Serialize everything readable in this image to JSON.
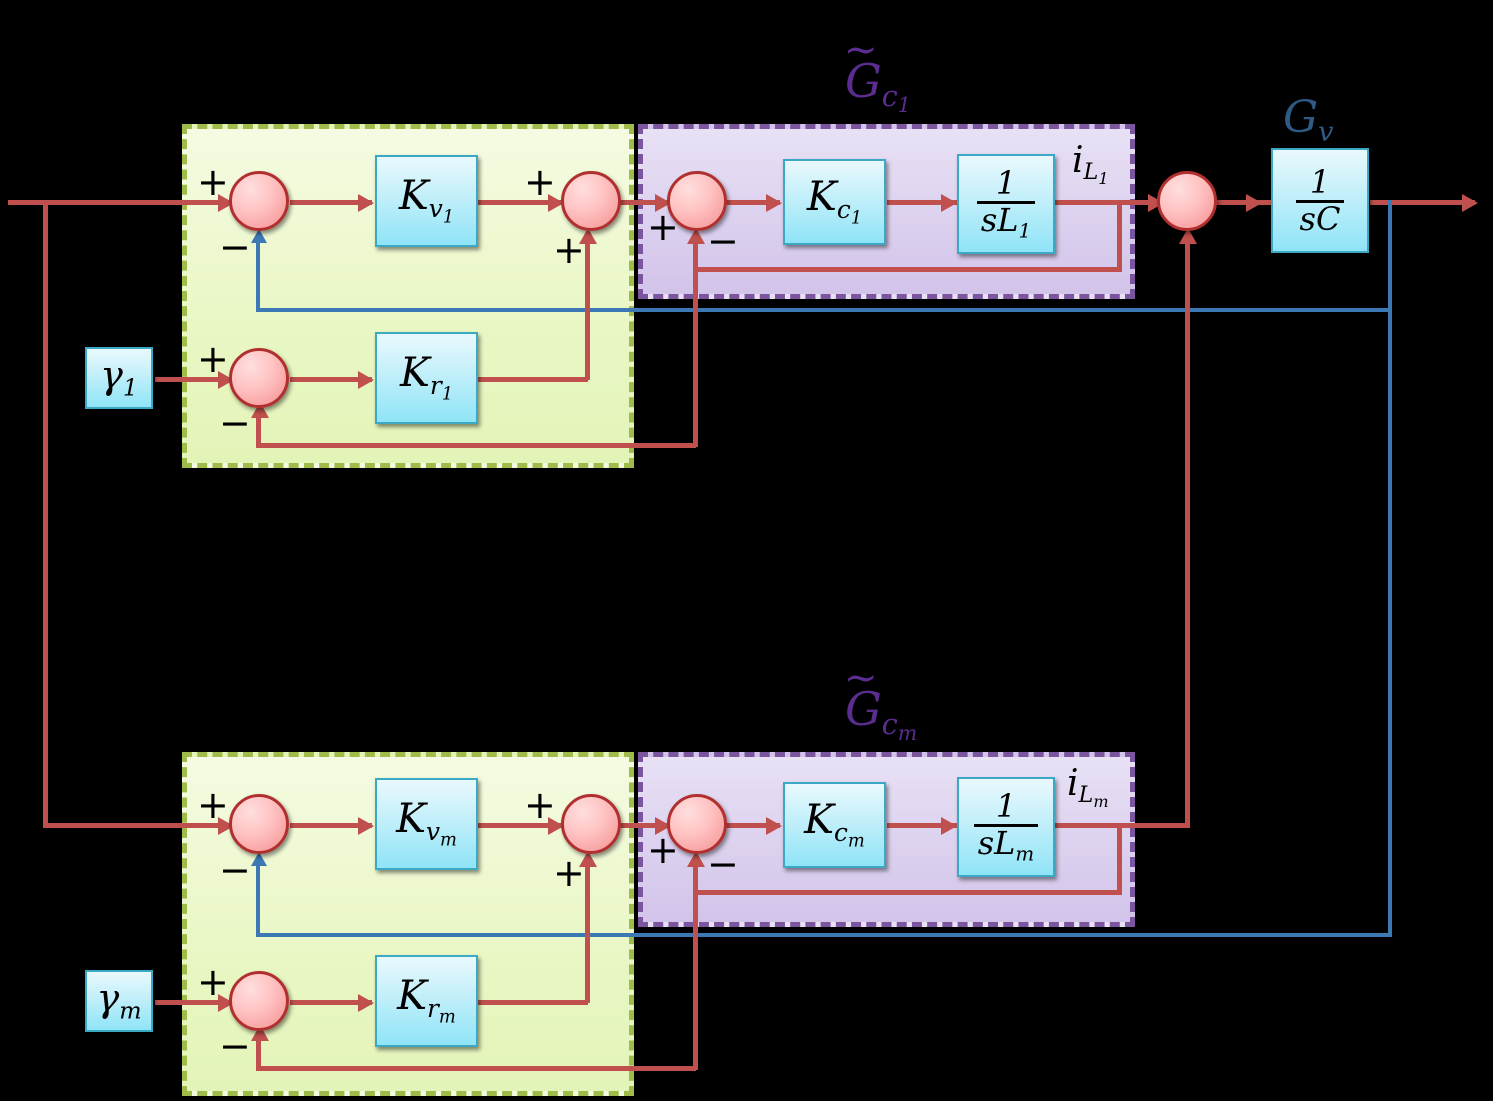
{
  "diagram": {
    "title": "Multi-converter cascaded voltage-current control block diagram",
    "colors": {
      "signal_red": "#c0504d",
      "feedback_blue": "#3c78b4",
      "region_green_border": "#9fbc4a",
      "region_purple_border": "#7b569f",
      "block_border": "#3ba8c4",
      "summer_border": "#b03030",
      "label_purple": "#5b2d8e",
      "label_blue": "#2e5a86"
    },
    "regions": [
      {
        "name": "voltage-loop-1",
        "label": ""
      },
      {
        "name": "current-loop-1",
        "label": "G̃c1"
      },
      {
        "name": "voltage-loop-m",
        "label": ""
      },
      {
        "name": "current-loop-m",
        "label": "G̃cm"
      }
    ],
    "group_labels": {
      "gc1": {
        "base": "G",
        "sub": "c",
        "subsub": "1"
      },
      "gcm": {
        "base": "G",
        "sub": "c",
        "subsub": "m"
      },
      "gv": {
        "base": "G",
        "sub": "v"
      }
    },
    "blocks": [
      {
        "name": "gamma-1-block",
        "base": "γ",
        "sub": "1"
      },
      {
        "name": "gamma-m-block",
        "base": "γ",
        "sub": "m"
      },
      {
        "name": "kv1-block",
        "base": "K",
        "sub": "v",
        "subsub": "1"
      },
      {
        "name": "kvm-block",
        "base": "K",
        "sub": "v",
        "subsub": "m"
      },
      {
        "name": "kr1-block",
        "base": "K",
        "sub": "r",
        "subsub": "1"
      },
      {
        "name": "krm-block",
        "base": "K",
        "sub": "r",
        "subsub": "m"
      },
      {
        "name": "kc1-block",
        "base": "K",
        "sub": "c",
        "subsub": "1"
      },
      {
        "name": "kcm-block",
        "base": "K",
        "sub": "c",
        "subsub": "m"
      },
      {
        "name": "inductor-1-block",
        "numerator": "1",
        "denominator": "sL",
        "den_sub": "1"
      },
      {
        "name": "inductor-m-block",
        "numerator": "1",
        "denominator": "sL",
        "den_sub": "m"
      },
      {
        "name": "capacitor-block",
        "numerator": "1",
        "denominator": "sC"
      }
    ],
    "signal_labels": [
      {
        "name": "il1-label",
        "base": "i",
        "sub": "L",
        "subsub": "1"
      },
      {
        "name": "ilm-label",
        "base": "i",
        "sub": "L",
        "subsub": "m"
      }
    ],
    "signs": {
      "plus": "+",
      "minus": "−"
    },
    "text": {
      "gamma": "γ",
      "K": "K",
      "G": "G",
      "i": "i",
      "one": "1",
      "sC": "sC",
      "sL": "sL",
      "sub_1": "1",
      "sub_m": "m",
      "sub_v": "v",
      "sub_r": "r",
      "sub_c": "c",
      "sub_L": "L"
    }
  }
}
